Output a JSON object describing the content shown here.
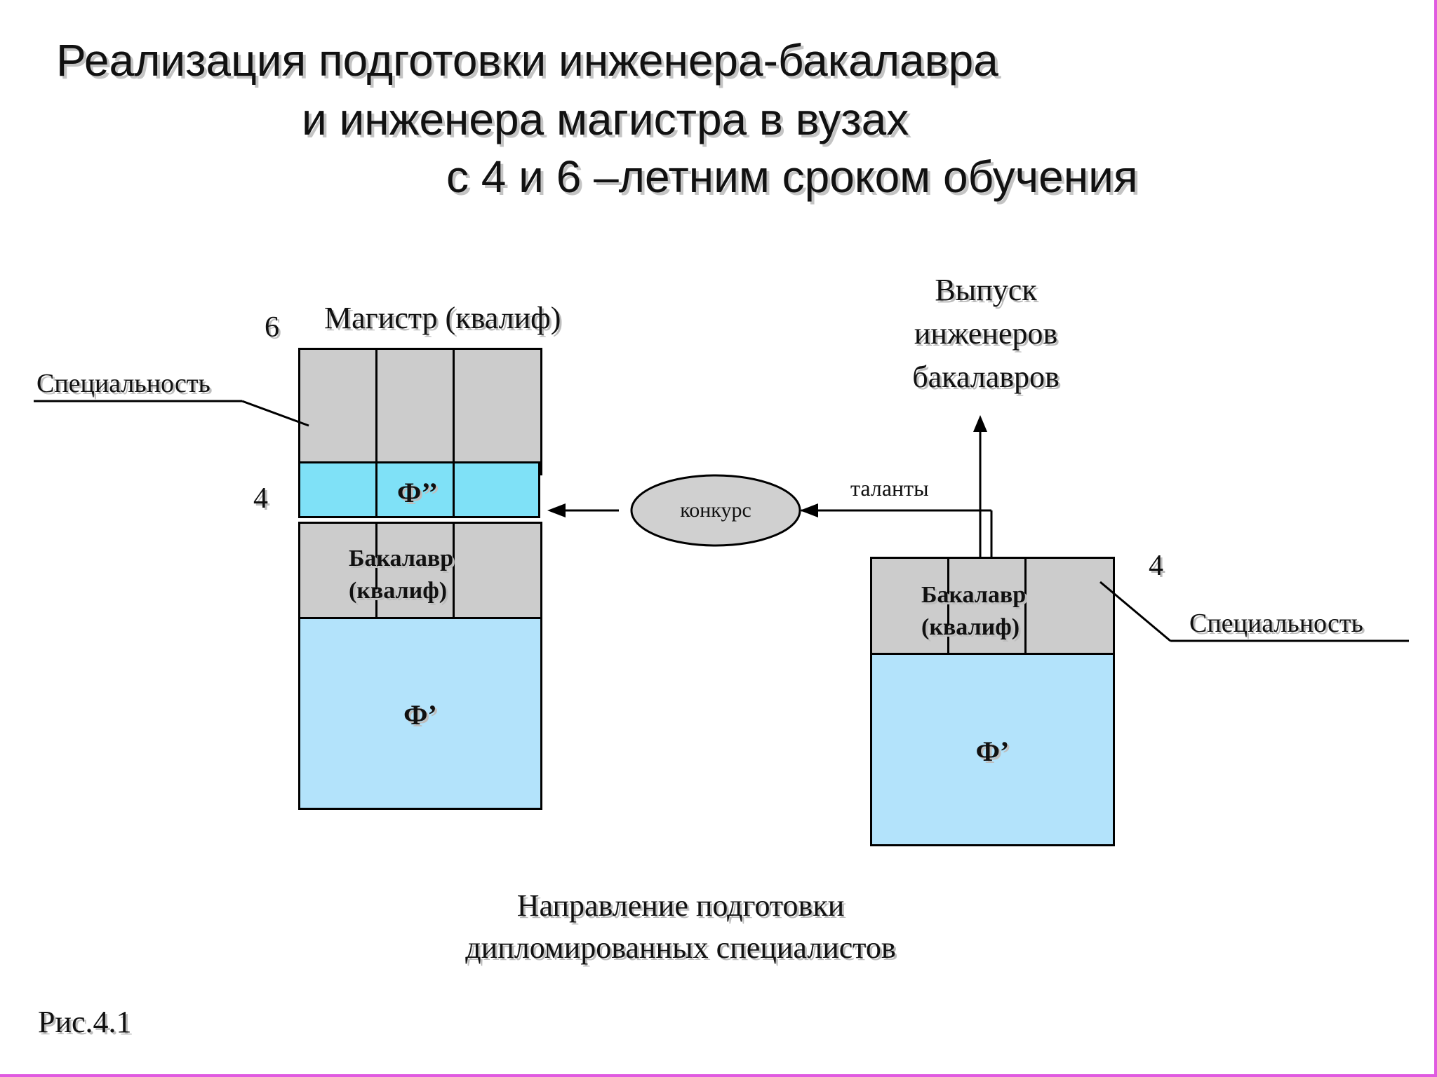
{
  "title": {
    "line1": "Реализация подготовки инженера-бакалавра",
    "line2": "и инженера магистра в вузах",
    "line3": "с 4 и 6 –летним сроком обучения"
  },
  "left_column": {
    "year_top": "6",
    "year_mid": "4",
    "magistr_label": "Магистр (квалиф)",
    "specialty_label": "Специальность",
    "f2_label": "Ф’’",
    "bachelor_line1": "Бакалавр",
    "bachelor_line2": "(квалиф)",
    "f1_label": "Ф’"
  },
  "right_column": {
    "year": "4",
    "output_line1": "Выпуск",
    "output_line2": "инженеров",
    "output_line3": "бакалавров",
    "specialty_label": "Специальность",
    "bachelor_line1": "Бакалавр",
    "bachelor_line2": "(квалиф)",
    "f1_label": "Ф’"
  },
  "connector": {
    "contest_label": "конкурс",
    "talents_label": "таланты"
  },
  "caption": {
    "line1": "Направление подготовки",
    "line2": "дипломированных специалистов"
  },
  "figure_label": "Рис.4.1",
  "colors": {
    "gray_fill": "#cccccc",
    "cyan_fill": "#7fe1f7",
    "light_blue_fill": "#b3e3fb",
    "ellipse_fill": "#d0d0d0",
    "border_accent": "#e05ae0"
  }
}
